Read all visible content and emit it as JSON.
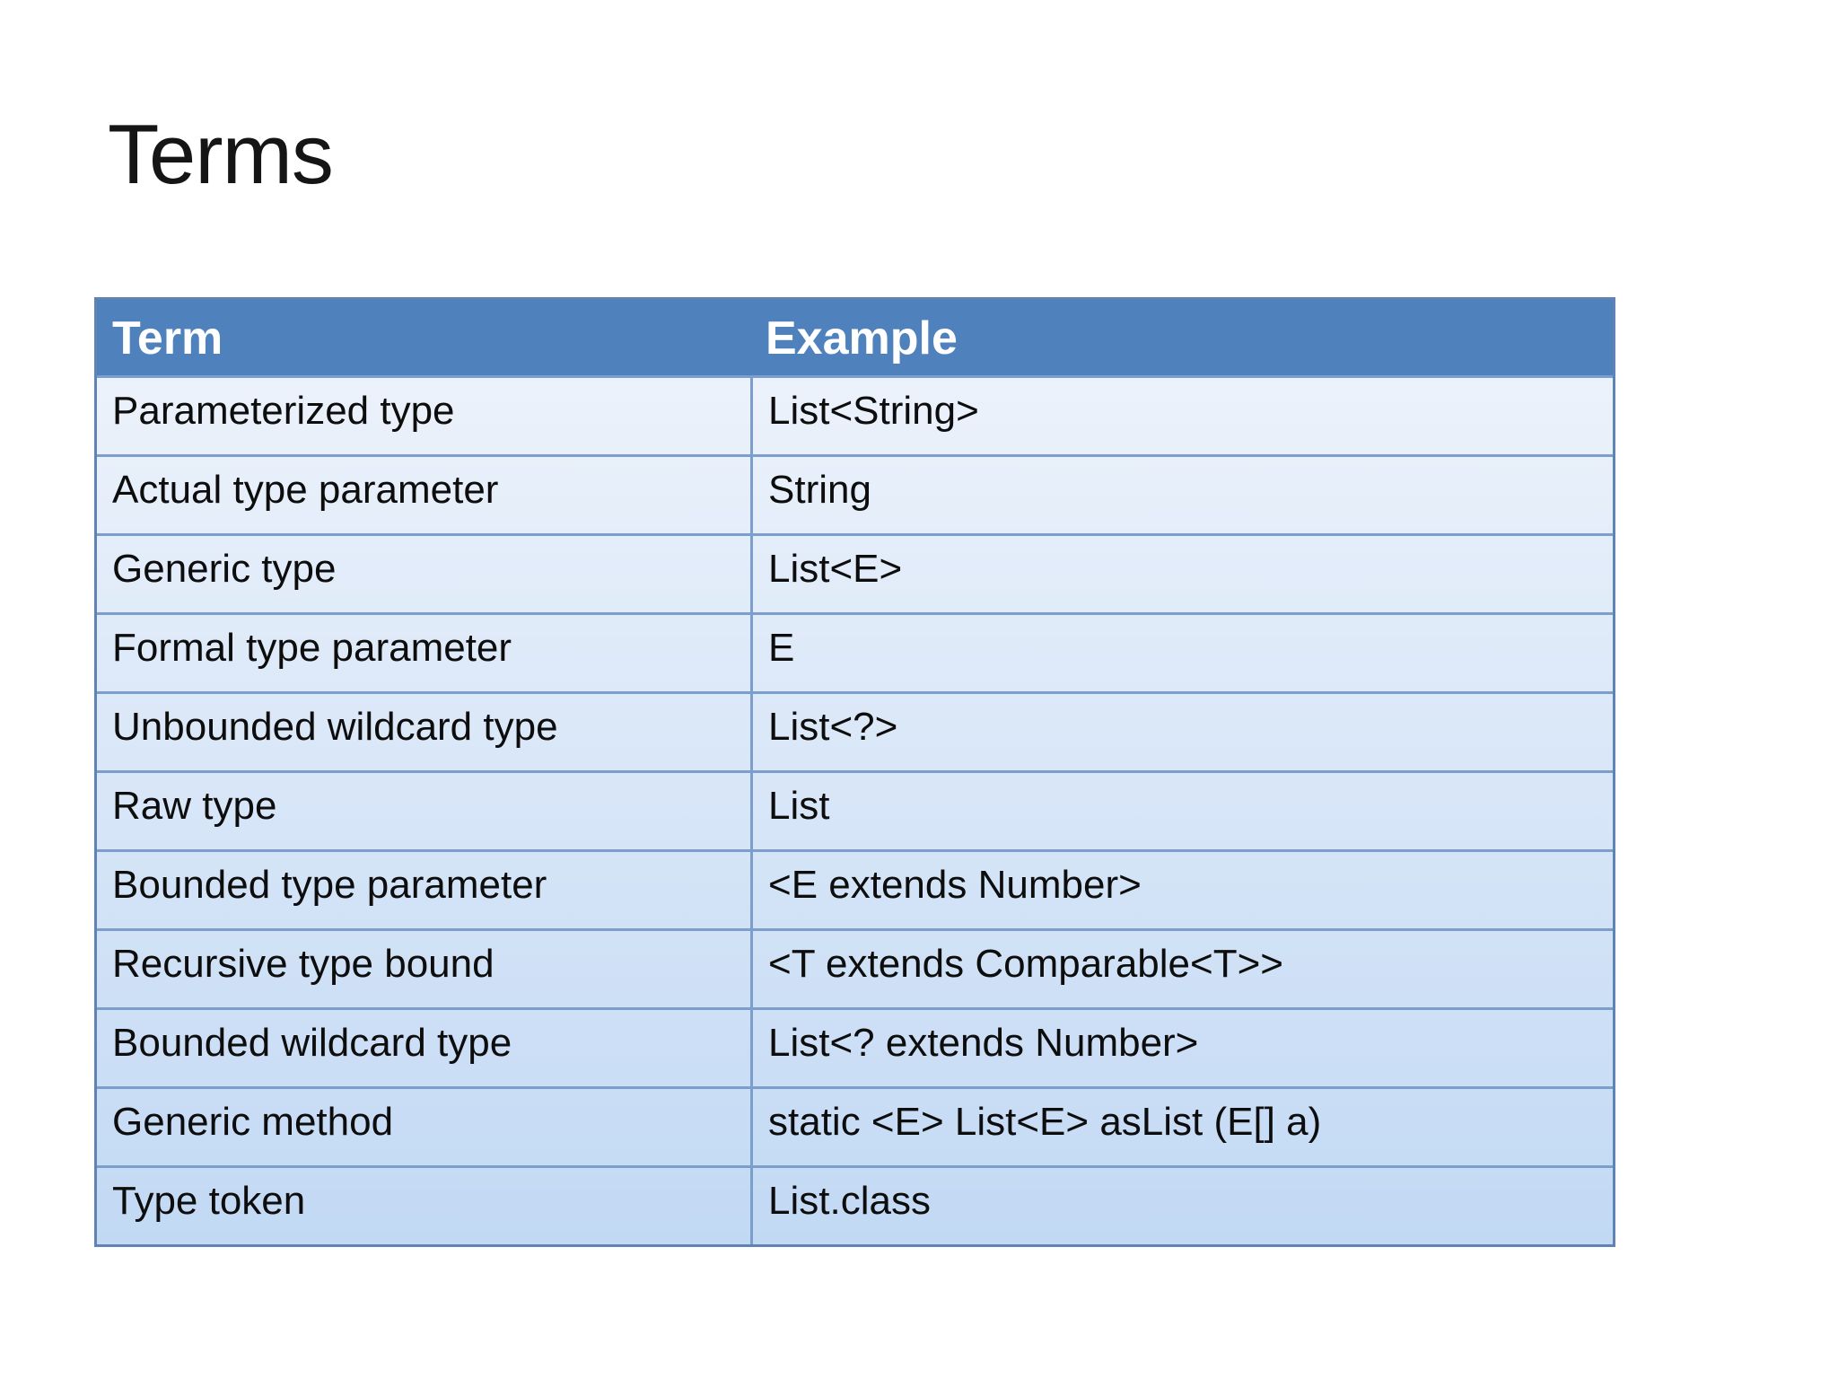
{
  "slide": {
    "title": "Terms"
  },
  "table": {
    "headers": [
      {
        "label": "Term"
      },
      {
        "label": "Example"
      }
    ],
    "rows": [
      {
        "term": "Parameterized type",
        "example": "List<String>"
      },
      {
        "term": "Actual type parameter",
        "example": "String"
      },
      {
        "term": "Generic type",
        "example": "List<E>"
      },
      {
        "term": "Formal type parameter",
        "example": "E"
      },
      {
        "term": "Unbounded wildcard type",
        "example": "List<?>"
      },
      {
        "term": "Raw type",
        "example": "List"
      },
      {
        "term": "Bounded type parameter",
        "example": "<E extends Number>"
      },
      {
        "term": "Recursive type bound",
        "example": "<T extends Comparable<T>>"
      },
      {
        "term": "Bounded wildcard type",
        "example": "List<? extends Number>"
      },
      {
        "term": "Generic method",
        "example": "static <E> List<E> asList (E[] a)"
      },
      {
        "term": "Type token",
        "example": "List.class"
      }
    ],
    "colors": {
      "header_bg": "#4f81bd",
      "header_text": "#ffffff",
      "body_top": "#ecf2fb",
      "body_bottom": "#c2d9f4",
      "border_dark": "#5f83b5",
      "border_light": "#7b9ecd"
    }
  }
}
